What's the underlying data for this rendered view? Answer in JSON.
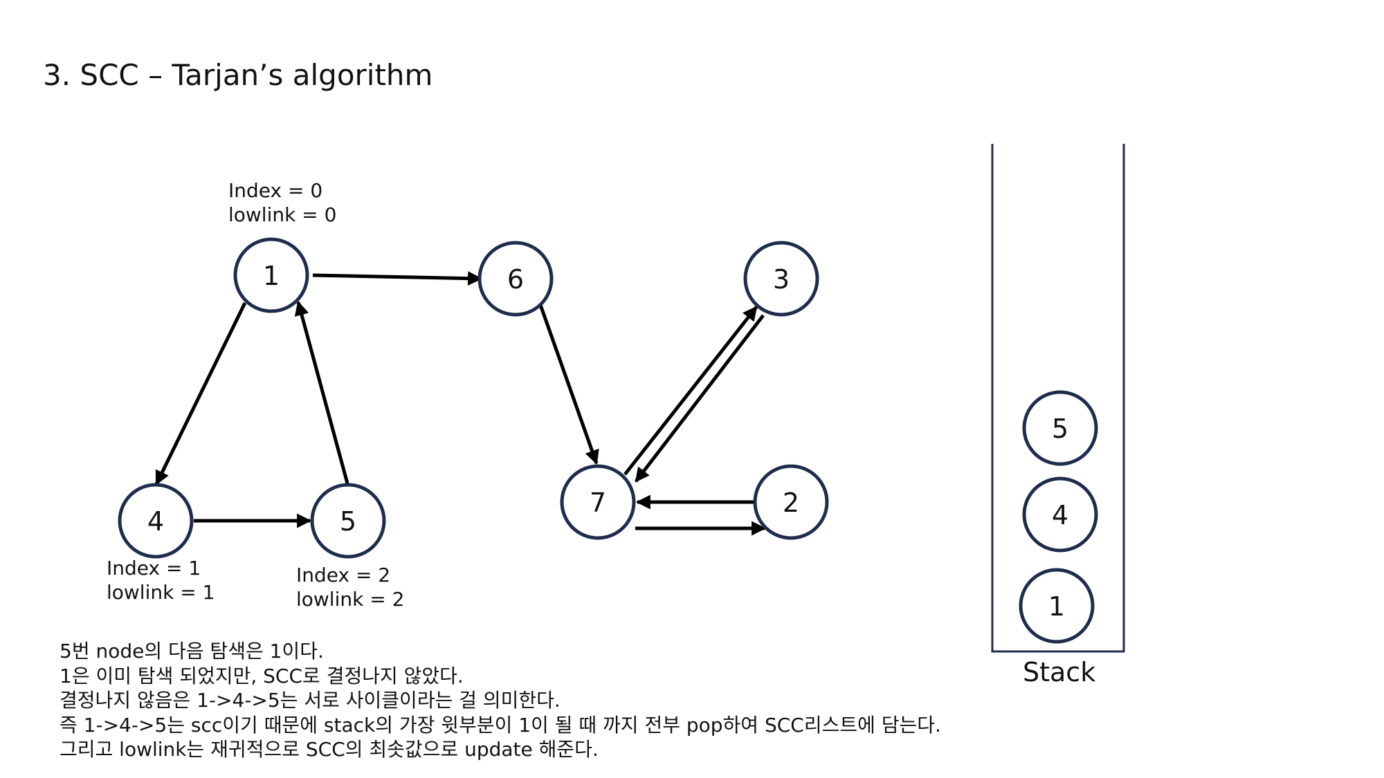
{
  "title": "3. SCC – Tarjan’s algorithm",
  "nodes": [
    {
      "id": "1",
      "label": "1",
      "annotation": [
        "Index = 0",
        "lowlink = 0"
      ]
    },
    {
      "id": "6",
      "label": "6"
    },
    {
      "id": "3",
      "label": "3"
    },
    {
      "id": "4",
      "label": "4",
      "annotation": [
        "Index = 1",
        "lowlink = 1"
      ]
    },
    {
      "id": "5",
      "label": "5",
      "annotation": [
        "Index = 2",
        "lowlink = 2"
      ]
    },
    {
      "id": "7",
      "label": "7"
    },
    {
      "id": "2",
      "label": "2"
    }
  ],
  "edges": [
    {
      "from": "1",
      "to": "6"
    },
    {
      "from": "1",
      "to": "4"
    },
    {
      "from": "4",
      "to": "5"
    },
    {
      "from": "5",
      "to": "1"
    },
    {
      "from": "6",
      "to": "7"
    },
    {
      "from": "7",
      "to": "3"
    },
    {
      "from": "3",
      "to": "7"
    },
    {
      "from": "2",
      "to": "7"
    },
    {
      "from": "7",
      "to": "2"
    }
  ],
  "stack": {
    "label": "Stack",
    "items_top_to_bottom": [
      "5",
      "4",
      "1"
    ]
  },
  "description": [
    "5번 node의 다음 탐색은 1이다.",
    "1은 이미 탐색 되었지만, SCC로 결정나지 않았다.",
    "결정나지 않음은 1->4->5는 서로 사이클이라는 걸 의미한다.",
    "즉 1->4->5는 scc이기 때문에 stack의 가장 윗부분이 1이 될 때 까지 전부 pop하여 SCC리스트에 담는다.",
    "그리고 lowlink는 재귀적으로 SCC의 최솟값으로 update 해준다."
  ]
}
